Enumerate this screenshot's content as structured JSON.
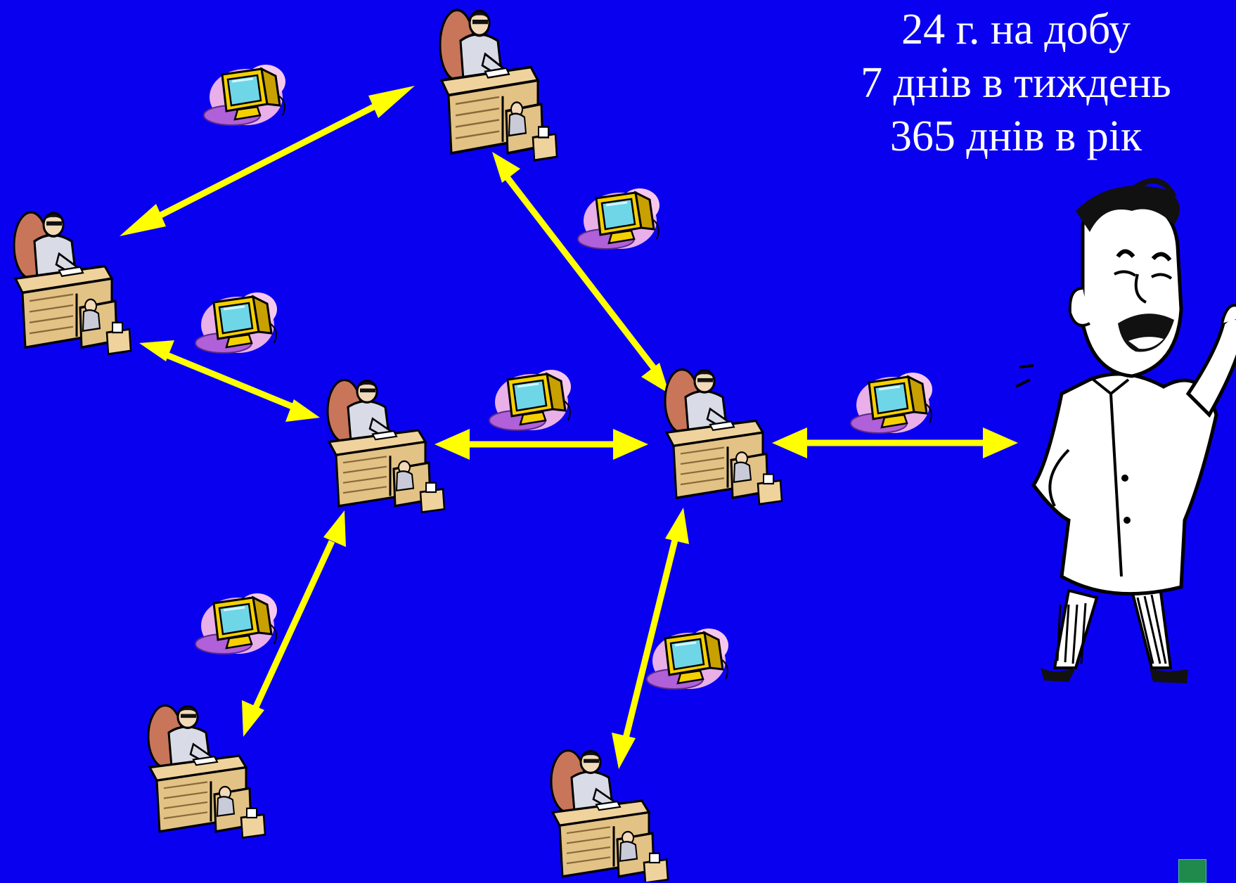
{
  "caption": {
    "line1": "24 г. на добу",
    "line2": "7 днів в тиждень",
    "line3": "365 днів в рік"
  },
  "colors": {
    "background": "#0A00F0",
    "arrow": "#FFFF00",
    "text": "#FFFFFF",
    "desk": "#E8C890",
    "monitor_body": "#F5D000",
    "monitor_screen": "#6FD6E8",
    "cloud": "#F4B8E8"
  },
  "icons": {
    "workstation": "office-worker-at-desk-icon",
    "message": "computer-monitor-icon",
    "character": "cartoon-man-waving"
  }
}
